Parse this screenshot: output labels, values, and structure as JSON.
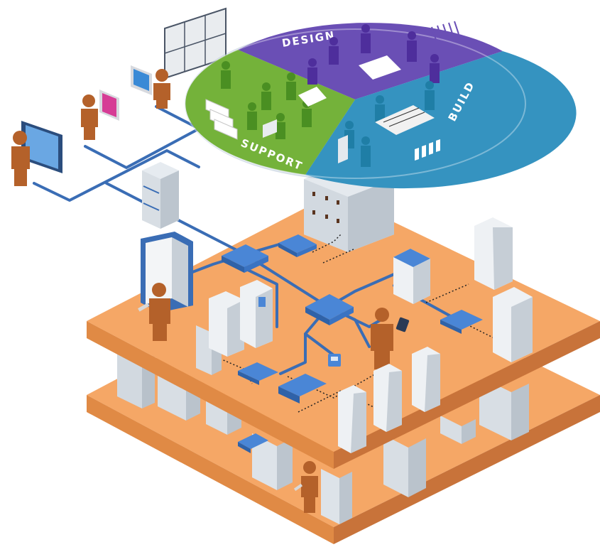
{
  "segments": {
    "design": "DESIGN",
    "build": "BUILD",
    "support": "SUPPORT"
  },
  "colors": {
    "floor_top": "#f5a766",
    "floor_side": "#e08a45",
    "floor_front": "#c8733a",
    "cable": "#3a6db5",
    "device": "#4a86d6",
    "cabinet": "#e4e9ee",
    "person": "#b4612a",
    "design": "#6a4fb5",
    "build": "#3593c0",
    "support": "#74b23a",
    "design_figure": "#4e2e9c",
    "build_figure": "#1f7ea6",
    "support_figure": "#4a8f22"
  }
}
